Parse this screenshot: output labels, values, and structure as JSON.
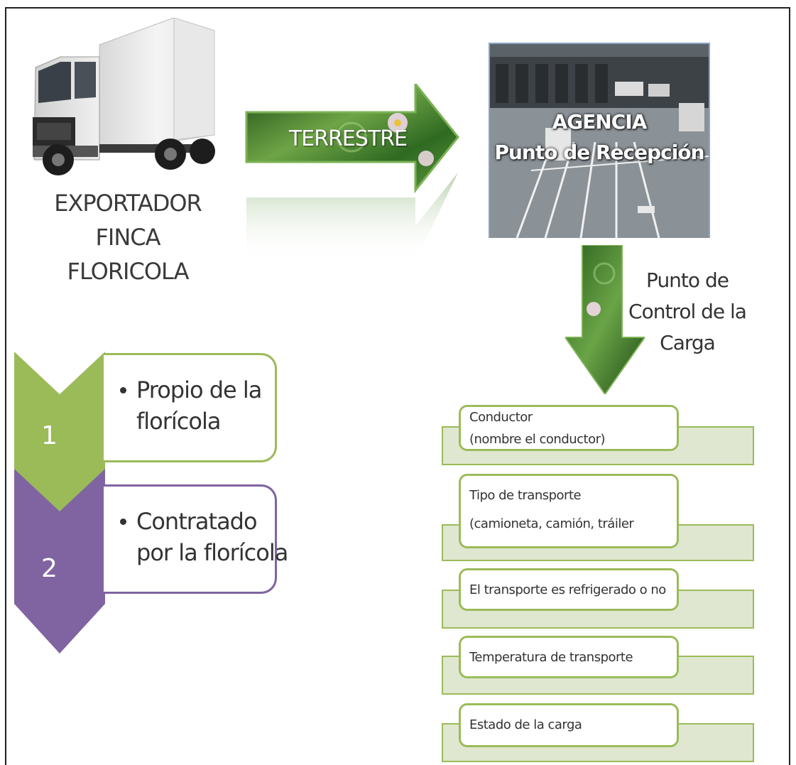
{
  "exporter": {
    "lines": [
      "EXPORTADOR",
      "FINCA",
      "FLORICOLA"
    ]
  },
  "transport_arrow": {
    "label": "TERRESTRE"
  },
  "agency": {
    "title": "AGENCIA",
    "subtitle": "Punto de Recepción"
  },
  "control": {
    "lines": [
      "Punto de",
      "Control de  la",
      "Carga"
    ]
  },
  "options": [
    {
      "number": "1",
      "text_lines": [
        "Propio de la",
        "florícola"
      ],
      "color": "#9bbb59"
    },
    {
      "number": "2",
      "text_lines": [
        "Contratado",
        "por la florícola"
      ],
      "color": "#8064a2"
    }
  ],
  "checklist": [
    {
      "lines": [
        "Conductor",
        "(nombre el conductor)"
      ]
    },
    {
      "lines": [
        "Tipo de transporte",
        "(camioneta, camión, tráiler"
      ]
    },
    {
      "lines": [
        "El transporte  es refrigerado o no"
      ]
    },
    {
      "lines": [
        "Temperatura de transporte"
      ]
    },
    {
      "lines": [
        "Estado de la carga"
      ]
    }
  ],
  "colors": {
    "green": "#9bbb59",
    "purple": "#8064a2",
    "light_green": "#dfe7d0"
  }
}
